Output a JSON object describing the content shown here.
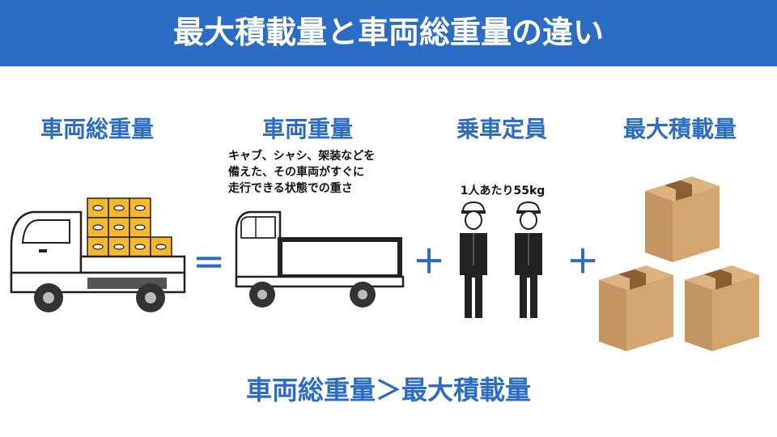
{
  "title": "最大積載量と車両総重量の違い",
  "columns": {
    "gross_weight": "車両総重量",
    "vehicle_weight": "車両重量",
    "passenger_capacity": "乗車定員",
    "max_load": "最大積載量"
  },
  "vehicle_weight_desc": [
    "キャブ、シャシ、架装などを",
    "備えた、その車両がすぐに",
    "走行できる状態での重さ"
  ],
  "per_person": "1人あたり55kg",
  "operators": {
    "equals": "＝",
    "plus1": "＋",
    "plus2": "＋"
  },
  "conclusion": "車両総重量＞最大積載量",
  "colors": {
    "brand_blue": "#2b6cc4",
    "cargo_yellow": "#f5b82e",
    "box_brown": "#cfa06a",
    "box_tape": "#8b5e34"
  },
  "icons": [
    "loaded-truck-icon",
    "empty-truck-icon",
    "worker-icon",
    "cardboard-box-icon"
  ]
}
